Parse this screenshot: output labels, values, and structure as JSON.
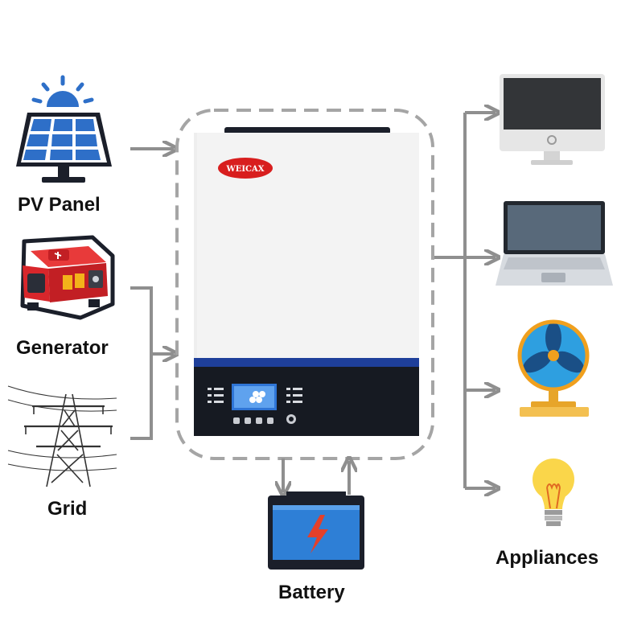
{
  "sources": [
    {
      "id": "pv",
      "label": "PV Panel",
      "icon": "solar-panel-icon"
    },
    {
      "id": "gen",
      "label": "Generator",
      "icon": "generator-icon"
    },
    {
      "id": "grid",
      "label": "Grid",
      "icon": "power-tower-icon"
    }
  ],
  "inverter": {
    "brand": "WEICAX",
    "icon": "inverter-icon"
  },
  "battery": {
    "label": "Battery",
    "icon": "battery-icon"
  },
  "appliances": {
    "label": "Appliances",
    "items": [
      {
        "id": "monitor",
        "icon": "monitor-icon"
      },
      {
        "id": "laptop",
        "icon": "laptop-icon"
      },
      {
        "id": "fan",
        "icon": "fan-icon"
      },
      {
        "id": "bulb",
        "icon": "light-bulb-icon"
      }
    ]
  },
  "colors": {
    "arrow": "#8f8f8f",
    "dashed_border": "#a5a5a5",
    "solar_blue": "#2e6fc8",
    "inverter_stripe": "#1e3f9a",
    "battery_blue": "#2e7fd6",
    "bolt_red": "#e4402a",
    "generator_red": "#d8262b",
    "logo_red": "#d81e1e"
  }
}
